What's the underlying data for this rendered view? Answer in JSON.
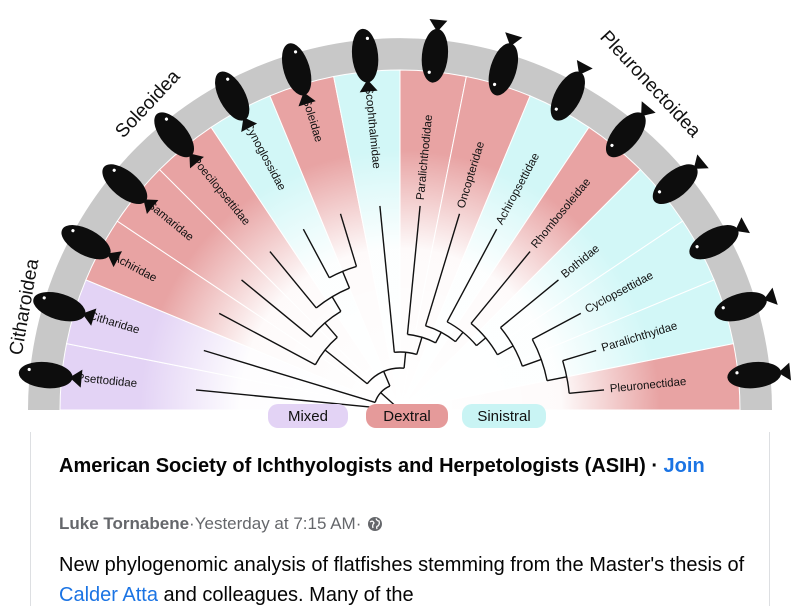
{
  "figure": {
    "groups": [
      "Citharoidea",
      "Soleoidea",
      "Pleuronectoidea"
    ],
    "families": [
      {
        "name": "Psettodidae",
        "type": "mixed"
      },
      {
        "name": "Citharidae",
        "type": "mixed"
      },
      {
        "name": "Achiridae",
        "type": "dextral"
      },
      {
        "name": "Samaridae",
        "type": "dextral"
      },
      {
        "name": "Poecilopsettidae",
        "type": "dextral"
      },
      {
        "name": "Cynoglossidae",
        "type": "sinistral"
      },
      {
        "name": "Soleidae",
        "type": "dextral"
      },
      {
        "name": "Scophthalmidae",
        "type": "sinistral"
      },
      {
        "name": "Paralichthodidae",
        "type": "dextral"
      },
      {
        "name": "Oncopteridae",
        "type": "dextral"
      },
      {
        "name": "Achiropsettidae",
        "type": "sinistral"
      },
      {
        "name": "Rhombosoleidae",
        "type": "dextral"
      },
      {
        "name": "Bothidae",
        "type": "sinistral"
      },
      {
        "name": "Cyclopsettidae",
        "type": "sinistral"
      },
      {
        "name": "Paralichthyidae",
        "type": "sinistral"
      },
      {
        "name": "Pleuronectidae",
        "type": "dextral"
      }
    ],
    "legend": [
      {
        "label": "Mixed",
        "color": "#e3d3f5"
      },
      {
        "label": "Dextral",
        "color": "#e59a9a"
      },
      {
        "label": "Sinistral",
        "color": "#c9f4f4"
      }
    ],
    "colors": {
      "mixed": "#e3d3f5",
      "dextral": "#e8a3a3",
      "sinistral": "#d2f7f7",
      "ring": "#c8c8c8"
    }
  },
  "post": {
    "title": "American Society of Ichthyologists and Herpetologists (ASIH)",
    "separator": " · ",
    "join_label": "Join",
    "author": "Luke Tornabene",
    "time": "Yesterday at 7:15 AM",
    "meta_sep": " · ",
    "body_part1": "New phylogenomic analysis of flatfishes stemming from the Master's thesis of ",
    "body_link": "Calder Atta",
    "body_part2": " and colleagues.  Many of the"
  }
}
